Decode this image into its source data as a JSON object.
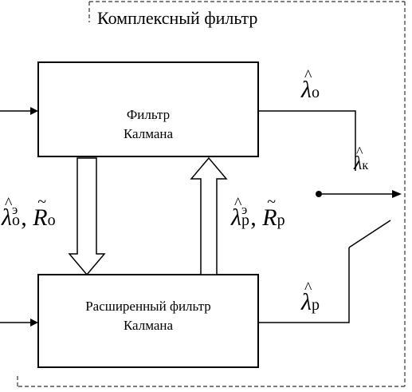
{
  "title": "Комплексный фильтр",
  "top_block": {
    "line1": "Фильтр",
    "line2": "Калмана"
  },
  "bottom_block": {
    "line1": "Расширенный фильтр",
    "line2": "Калмана"
  },
  "symbols": {
    "lambda": "λ",
    "R": "R",
    "sub_o": "о",
    "sub_r": "р",
    "sub_k": "к",
    "sup_e": "э",
    "comma": ","
  }
}
